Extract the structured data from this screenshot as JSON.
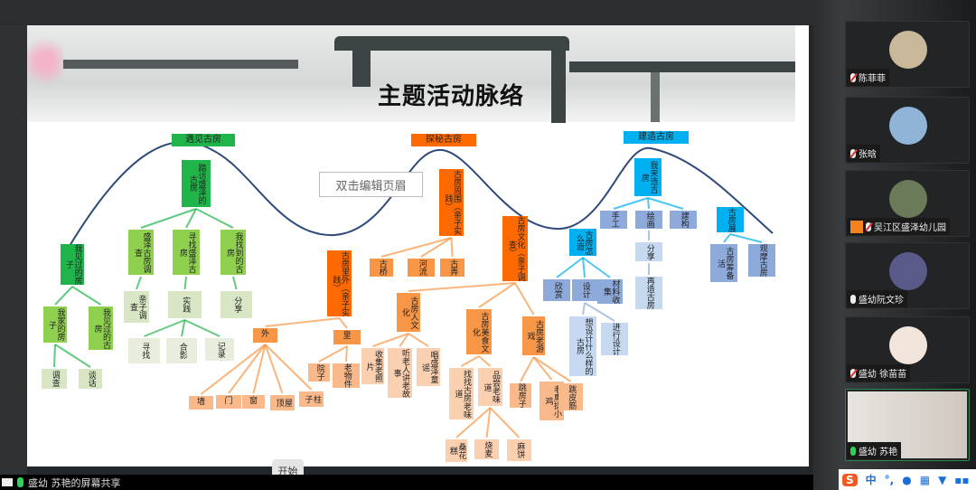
{
  "slide": {
    "title": "主题活动脉络",
    "header_hint": "双击编辑页眉",
    "colors": {
      "dark_green": "#1fb54a",
      "green": "#8fd14f",
      "pale_green": "#d8e6c6",
      "paler_green": "#e8eedd",
      "dark_orange": "#ff6a00",
      "orange": "#f79646",
      "light_orange": "#f9b98a",
      "pale_orange": "#fbd0b0",
      "cyan": "#00b0f0",
      "blue": "#8eaadb",
      "pale_blue": "#c6d9f0",
      "curve": "#2f4a7a"
    },
    "nodes": [
      {
        "id": "h1",
        "text": "遇见古房"
      },
      {
        "id": "h2",
        "text": "探秘古房"
      },
      {
        "id": "h3",
        "text": "建造古房"
      },
      {
        "id": "g1",
        "text": "踏访盛泽的古房"
      },
      {
        "id": "g2",
        "text": "我见过的房子"
      },
      {
        "id": "g3",
        "text": "盛泽古房调查"
      },
      {
        "id": "g4",
        "text": "寻找盛泽古房"
      },
      {
        "id": "g5",
        "text": "我找到的古房"
      },
      {
        "id": "g6",
        "text": "我家的房子"
      },
      {
        "id": "g7",
        "text": "我见过的古房"
      },
      {
        "id": "g8",
        "text": "亲子调查"
      },
      {
        "id": "g9",
        "text": "实践"
      },
      {
        "id": "g10",
        "text": "分享"
      },
      {
        "id": "g11",
        "text": "寻找"
      },
      {
        "id": "g12",
        "text": "合影"
      },
      {
        "id": "g13",
        "text": "记录"
      },
      {
        "id": "g14",
        "text": "调查"
      },
      {
        "id": "g15",
        "text": "谈话"
      },
      {
        "id": "o1",
        "text": "古房周围（亲子实践）"
      },
      {
        "id": "o2",
        "text": "古房里外（亲子实践）"
      },
      {
        "id": "o3",
        "text": "古房文化（亲子调查）"
      },
      {
        "id": "o4",
        "text": "古桥"
      },
      {
        "id": "o5",
        "text": "河流"
      },
      {
        "id": "o6",
        "text": "古弄"
      },
      {
        "id": "o7",
        "text": "古房人文化"
      },
      {
        "id": "o8",
        "text": "古房美食文化"
      },
      {
        "id": "o9",
        "text": "古房老游戏"
      },
      {
        "id": "o10",
        "text": "外"
      },
      {
        "id": "o11",
        "text": "里"
      },
      {
        "id": "o12",
        "text": "院子"
      },
      {
        "id": "o13",
        "text": "老物件"
      },
      {
        "id": "o14",
        "text": "收集老照片"
      },
      {
        "id": "o15",
        "text": "听老人讲老故事"
      },
      {
        "id": "o16",
        "text": "唱盛泽童谣"
      },
      {
        "id": "o17",
        "text": "找找古房老味道"
      },
      {
        "id": "o18",
        "text": "品尝老味道"
      },
      {
        "id": "o19",
        "text": "跳房子"
      },
      {
        "id": "o20",
        "text": "老鹰捉小鸡"
      },
      {
        "id": "o21",
        "text": "跳皮筋"
      },
      {
        "id": "o22",
        "text": "墙"
      },
      {
        "id": "o23",
        "text": "门"
      },
      {
        "id": "o24",
        "text": "窗"
      },
      {
        "id": "o25",
        "text": "屋顶"
      },
      {
        "id": "o26",
        "text": "柱子"
      },
      {
        "id": "o27",
        "text": "桑花糕"
      },
      {
        "id": "o28",
        "text": "烧麦"
      },
      {
        "id": "o29",
        "text": "麻饼"
      },
      {
        "id": "b1",
        "text": "我来造古房"
      },
      {
        "id": "b2",
        "text": "古房展"
      },
      {
        "id": "b3",
        "text": "古房怎么造"
      },
      {
        "id": "b4",
        "text": "手工"
      },
      {
        "id": "b5",
        "text": "绘画"
      },
      {
        "id": "b6",
        "text": "建构"
      },
      {
        "id": "b7",
        "text": "古房筹备活"
      },
      {
        "id": "b8",
        "text": "观摩古房"
      },
      {
        "id": "b9",
        "text": "欣赏"
      },
      {
        "id": "b10",
        "text": "设计"
      },
      {
        "id": "b11",
        "text": "材料收集"
      },
      {
        "id": "b12",
        "text": "分享"
      },
      {
        "id": "b13",
        "text": "再造古房"
      },
      {
        "id": "b14",
        "text": "想设计什么样的古房"
      },
      {
        "id": "b15",
        "text": "进行设计"
      }
    ]
  },
  "start_button": "开始",
  "status": {
    "share_text": "盛幼 苏艳的屏幕共享"
  },
  "participants": [
    {
      "name": "陈菲菲",
      "muted": true,
      "avatar_color": "#c9b89a"
    },
    {
      "name": "张晗",
      "muted": true,
      "avatar_color": "#8fb4d8"
    },
    {
      "name": "吴江区盛泽幼儿园",
      "muted": true,
      "host": true,
      "avatar_color": "#6b7b5a"
    },
    {
      "name": "盛幼阮文珍",
      "muted": false,
      "avatar_color": "#5a5a8a"
    },
    {
      "name": "盛幼 徐苗苗",
      "muted": true,
      "avatar_color": "#f2e6dc"
    },
    {
      "name": "盛幼 苏艳",
      "muted": false,
      "speaking": true,
      "avatar_color": "#d8d0c8"
    }
  ],
  "ime": {
    "logo": "S",
    "mode": "中",
    "punct": "°,",
    "items": [
      "mic-icon",
      "keyboard-icon",
      "skin-icon",
      "toolbox-icon"
    ]
  }
}
